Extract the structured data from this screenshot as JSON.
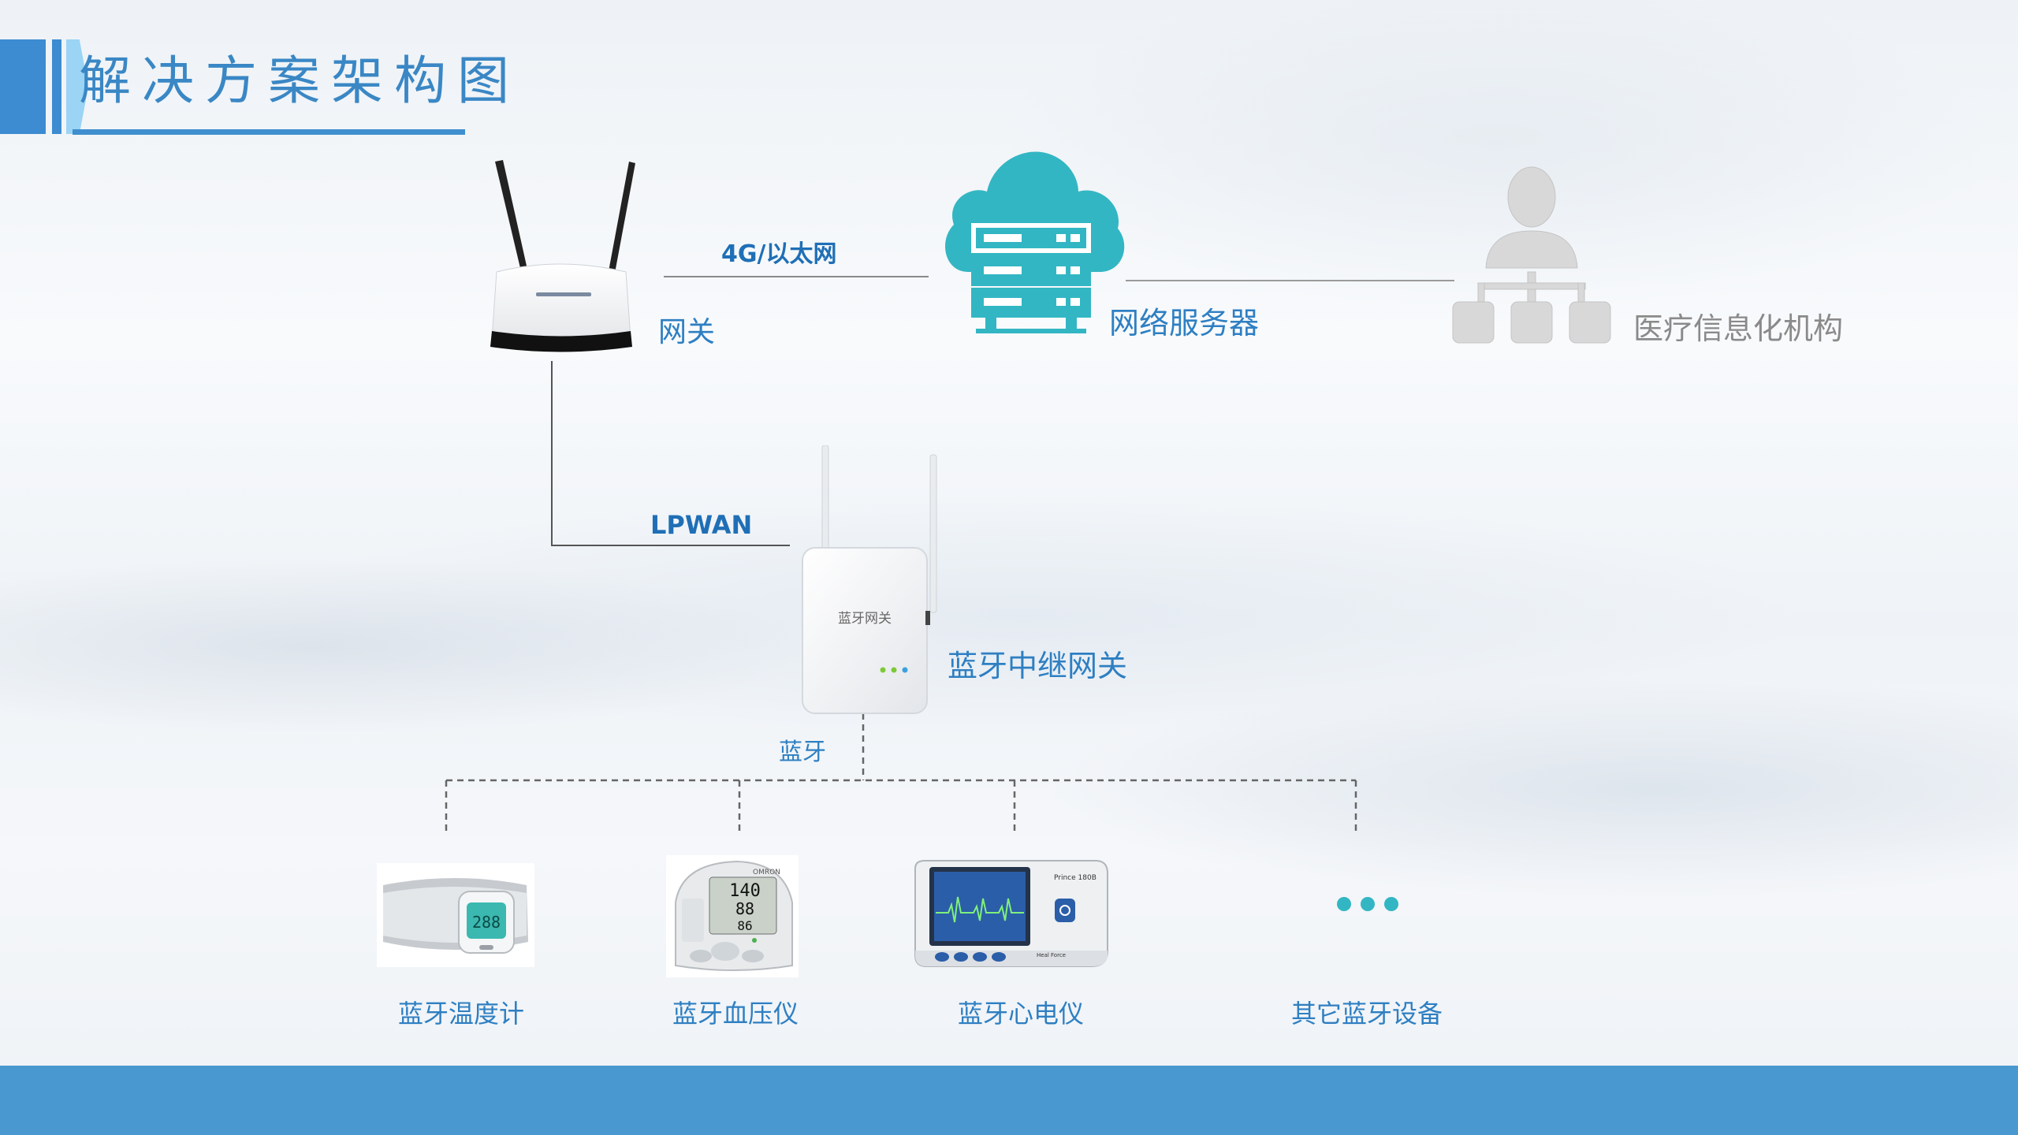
{
  "title": "解决方案架构图",
  "colors": {
    "accent": "#3a87c5",
    "cloud": "#32b5c1",
    "footer": "#4a98d0",
    "line": "#888888",
    "person": "#d7d7d7"
  },
  "nodes": {
    "router": {
      "label": "网关",
      "icon": "wifi-router-icon"
    },
    "server": {
      "label": "网络服务器",
      "icon": "cloud-server-icon"
    },
    "org": {
      "label": "医疗信息化机构",
      "icon": "organization-person-icon"
    },
    "relay": {
      "label": "蓝牙中继网关",
      "device_text": "蓝牙网关",
      "icon": "bluetooth-gateway-icon"
    }
  },
  "links": {
    "router_server": "4G/以太网",
    "router_relay": "LPWAN",
    "relay_devices": "蓝牙"
  },
  "devices": [
    {
      "label": "蓝牙温度计",
      "icon": "thermometer-device-icon"
    },
    {
      "label": "蓝牙血压仪",
      "icon": "blood-pressure-monitor-icon",
      "screen_values": [
        "140",
        "88",
        "86"
      ],
      "brand": "OMRON"
    },
    {
      "label": "蓝牙心电仪",
      "icon": "ecg-monitor-icon",
      "model": "Prince 180B",
      "brand": "Heal Force"
    },
    {
      "label": "其它蓝牙设备",
      "icon": "more-dots-icon"
    }
  ]
}
